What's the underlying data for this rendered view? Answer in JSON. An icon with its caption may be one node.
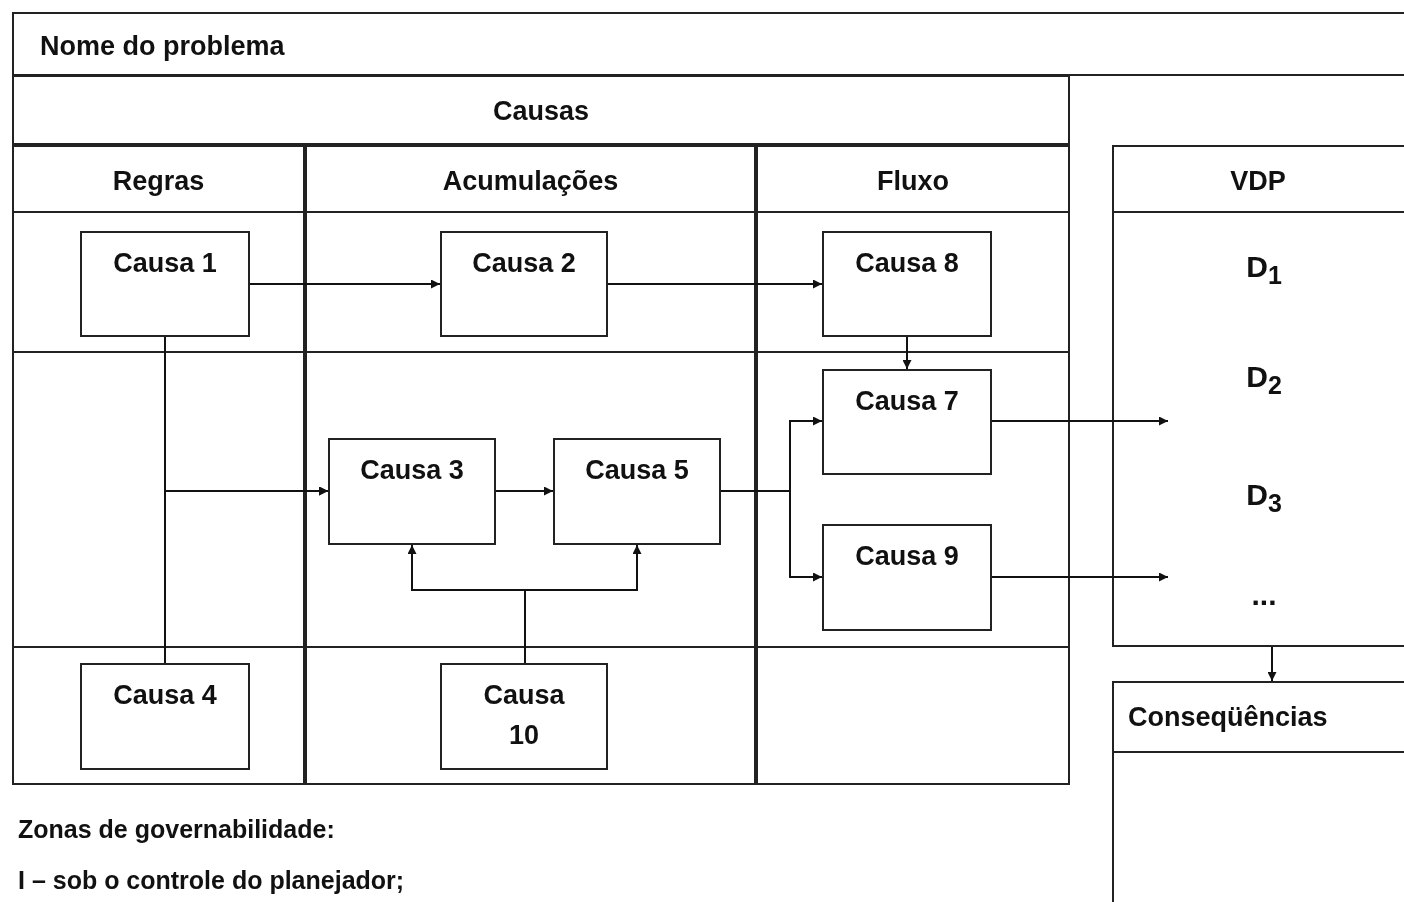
{
  "diagram": {
    "nodes": [
      {
        "text": [
          "Nome do problema"
        ]
      },
      {
        "text": [
          "Causas"
        ]
      },
      {
        "text": [
          "Regras"
        ],
        "in": 1
      },
      {
        "text": [
          "Acumulações"
        ],
        "in": 1
      },
      {
        "text": [
          "Fluxo"
        ],
        "in": 1
      },
      {
        "text": [
          "Causa 1"
        ],
        "in": 2
      },
      {
        "text": [
          "Causa 2"
        ],
        "in": 3
      },
      {
        "text": [
          "Causa 8"
        ],
        "in": 4
      },
      {
        "text": [
          "Causa 3"
        ],
        "in": 3
      },
      {
        "text": [
          "Causa 5"
        ],
        "in": 3
      },
      {
        "text": [
          "Causa 7"
        ],
        "in": 4
      },
      {
        "text": [
          "Causa 9"
        ],
        "in": 4
      },
      {
        "text": [
          "Causa 4"
        ],
        "in": 2
      },
      {
        "text": [
          "Causa 10"
        ],
        "in": 3
      },
      {
        "text": [
          "VDP",
          "D$_{1}$",
          "D$_{2}$",
          "D$_{3}$",
          "..."
        ]
      },
      {
        "text": [
          "Conseqüências"
        ]
      }
    ],
    "edges": [
      {
        "from": 5,
        "to": 6,
        "arrow": "to"
      },
      {
        "from": 6,
        "to": 7,
        "arrow": "to"
      },
      {
        "from": 7,
        "to": 10,
        "arrow": "to"
      },
      {
        "from": 5,
        "to": 8,
        "arrow": "to"
      },
      {
        "from": 12,
        "to": 8,
        "arrow": "to"
      },
      {
        "from": 8,
        "to": 9,
        "arrow": "to"
      },
      {
        "from": 9,
        "to": 10,
        "arrow": "to"
      },
      {
        "from": 9,
        "to": 11,
        "arrow": "to"
      },
      {
        "from": 13,
        "to": 8,
        "arrow": "to"
      },
      {
        "from": 13,
        "to": 9,
        "arrow": "to"
      },
      {
        "from": 10,
        "to": 14,
        "arrow": "to"
      },
      {
        "from": 11,
        "to": 14,
        "arrow": "to"
      },
      {
        "from": 14,
        "to": 15,
        "arrow": "to"
      }
    ],
    "labels": [
      "Zonas de governabilidade:",
      "I – sob o controle do planejador;"
    ]
  }
}
